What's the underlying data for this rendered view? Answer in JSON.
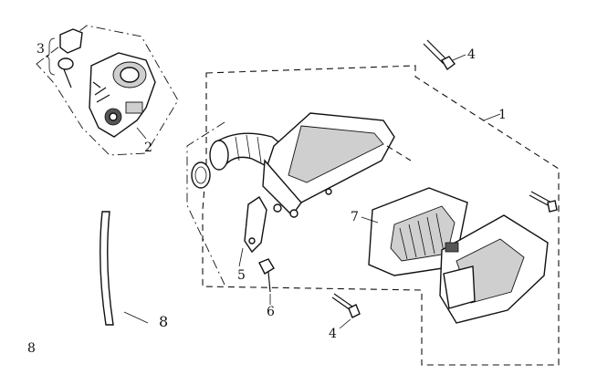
{
  "diagram": {
    "labels": {
      "carb_group": "2",
      "carb_parts": "3",
      "housing_assembly": "1",
      "bolt_top": "4",
      "bolt_bottom": "4",
      "bracket": "5",
      "bracket_bolt": "6",
      "filter_element": "7",
      "drain_tube": "8",
      "corner_mark": "8"
    },
    "colors": {
      "ink": "#111111",
      "shade": "#cfcfcf",
      "paper": "#ffffff"
    }
  }
}
